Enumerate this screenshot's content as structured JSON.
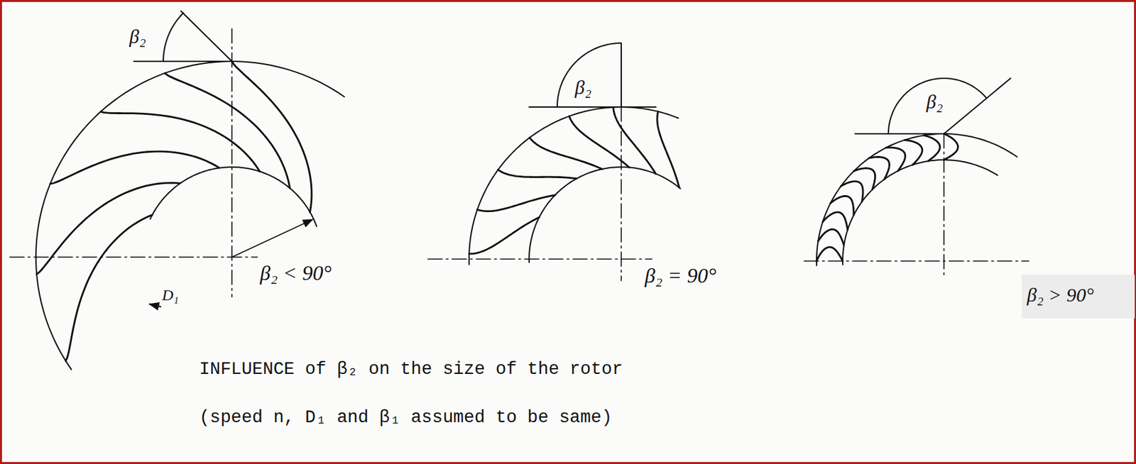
{
  "diagram": {
    "caption": "INFLUENCE of β₂ on the size of the rotor",
    "labels": [
      "β₂",
      "D₁",
      "β₂ < 90°",
      "β₂",
      "β₂ = 90°",
      "β₂",
      "β₂ > 90°",
      "(speed n, D₁ and β₁ assumed to be same)"
    ]
  }
}
